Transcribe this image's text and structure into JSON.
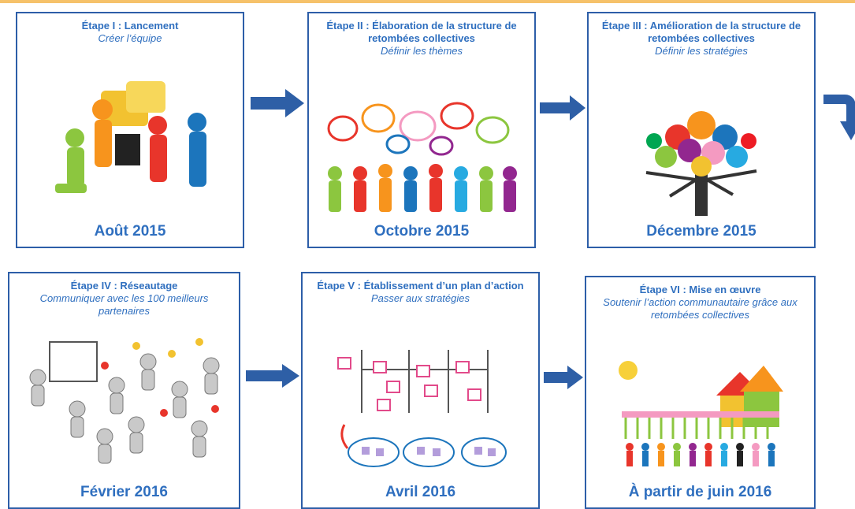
{
  "steps": [
    {
      "title": "Étape I : Lancement",
      "subtitle": "Créer l’équipe",
      "date": "Août 2015",
      "illustration": "team-puzzle-icon"
    },
    {
      "title": "Étape II : Élaboration de la structure de retombées collectives",
      "subtitle": "Définir les thèmes",
      "date": "Octobre 2015",
      "illustration": "speech-bubbles-people-icon"
    },
    {
      "title": "Étape III : Amélioration de la structure de retombées collectives",
      "subtitle": "Définir les stratégies",
      "date": "Décembre 2015",
      "illustration": "colorful-tree-icon"
    },
    {
      "title": "Étape IV : Réseautage",
      "subtitle": "Communiquer avec les 100 meilleurs partenaires",
      "date": "Février 2016",
      "illustration": "network-people-icon"
    },
    {
      "title": "Étape V : Établissement d’un plan d’action",
      "subtitle": "Passer aux stratégies",
      "date": "Avril 2016",
      "illustration": "sticky-notes-plan-icon"
    },
    {
      "title": "Étape VI : Mise en œuvre",
      "subtitle": "Soutenir l’action communautaire grâce aux retombées collectives",
      "date": "À partir de juin 2016",
      "illustration": "community-houses-icon"
    }
  ],
  "colors": {
    "border": "#2d5ea8",
    "text": "#2f6fbf",
    "arrow": "#2e5fa6",
    "topbar": "#f6c26a"
  }
}
